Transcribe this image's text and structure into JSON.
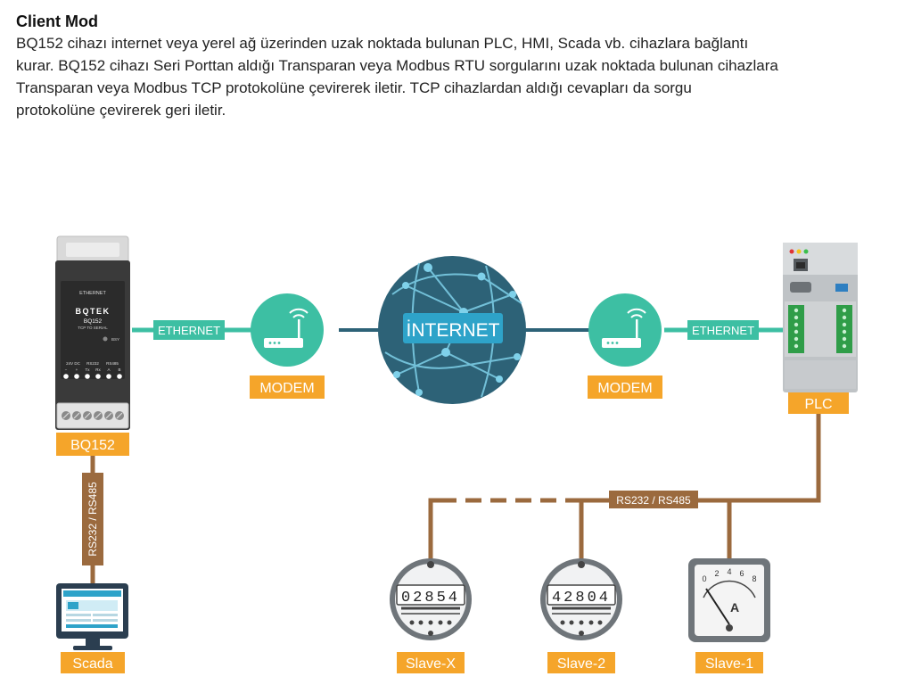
{
  "header": {
    "title": "Client Mod",
    "description_lines": [
      "BQ152 cihazı internet veya yerel ağ üzerinden uzak noktada bulunan PLC, HMI, Scada vb. cihazlara bağlantı",
      "kurar. BQ152 cihazı Seri Porttan aldığı Transparan veya Modbus RTU sorgularını uzak noktada bulunan cihazlara",
      "Transparan veya  Modbus TCP protokolüne çevirerek iletir. TCP cihazlardan aldığı cevapları da sorgu",
      "protokolüne çevirerek geri iletir."
    ]
  },
  "labels": {
    "bq152": "BQ152",
    "modem_left": "MODEM",
    "modem_right": "MODEM",
    "internet": "İNTERNET",
    "plc": "PLC",
    "ethernet_left": "ETHERNET",
    "ethernet_right": "ETHERNET",
    "serial_left": "RS232 / RS485",
    "serial_bus": "RS232 / RS485",
    "scada": "Scada",
    "slave_x": "Slave-X",
    "slave_2": "Slave-2",
    "slave_1": "Slave-1"
  },
  "device": {
    "top_label": "ETHERNET",
    "brand": "BQTEK",
    "model": "BQ152",
    "subtitle": "TCP TO SERIAL",
    "led_label": "BSY",
    "term_labels": [
      "24V DC",
      "RS232",
      "RS485"
    ],
    "term_pins": [
      "−",
      "+",
      "Tx",
      "Rx",
      "A",
      "B"
    ]
  },
  "meters": {
    "slave_x_reading": "02854",
    "slave_2_reading": "42804",
    "ammeter_scale": [
      "0",
      "2",
      "4",
      "6",
      "8"
    ],
    "ammeter_unit": "A"
  },
  "colors": {
    "teal": "#3dbfa3",
    "orange": "#f5a52a",
    "brown": "#9b6a3e",
    "globe": "#2d6277",
    "internet_badge": "#2ea3c9"
  }
}
